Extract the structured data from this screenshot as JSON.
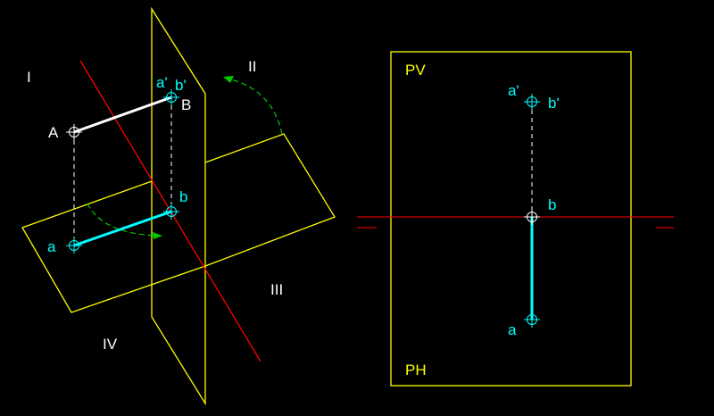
{
  "colors": {
    "background": "#000000",
    "plane": "#ffff00",
    "axis": "#ff0000",
    "segment_space": "#ffffff",
    "segment_projection": "#00ffff",
    "rotation_arrow": "#00cc00",
    "construction": "#ffffff"
  },
  "left_view": {
    "quadrant_1": "I",
    "quadrant_2": "II",
    "quadrant_3": "III",
    "quadrant_4": "IV",
    "point_A": "A",
    "point_B": "B",
    "proj_a_prime": "a'",
    "proj_b_prime": "b'",
    "proj_a": "a",
    "proj_b": "b"
  },
  "right_view": {
    "plane_vertical": "PV",
    "plane_horizontal": "PH",
    "proj_a_prime": "a'",
    "proj_b_prime": "b'",
    "proj_a": "a",
    "proj_b": "b"
  }
}
